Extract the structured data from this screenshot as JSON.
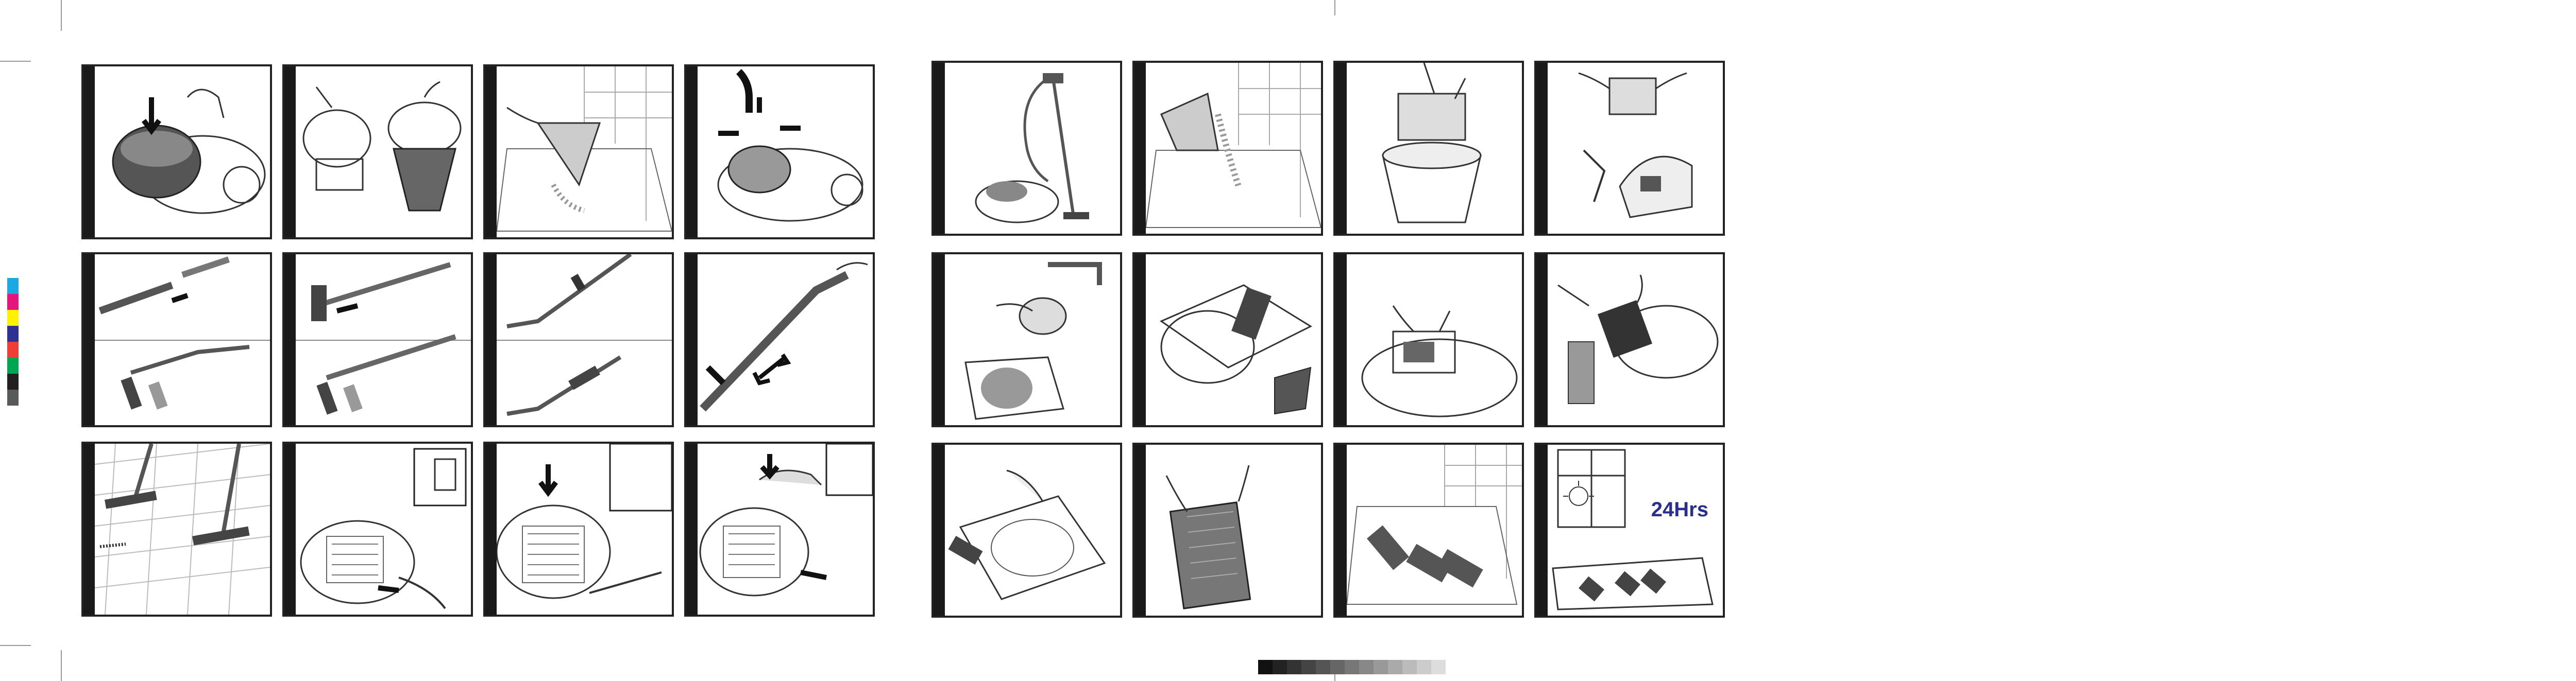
{
  "left_sheet": {
    "rows": [
      {
        "panels": [
          {
            "icon": "dustbox-removal-illustration"
          },
          {
            "icon": "dustbox-open-illustration"
          },
          {
            "icon": "dustbox-empty-illustration"
          },
          {
            "icon": "dustbox-lock-illustration"
          }
        ]
      },
      {
        "panels": [
          {
            "icon": "hose-attach-illustration"
          },
          {
            "icon": "tube-attach-illustration"
          },
          {
            "icon": "floor-nozzle-illustration"
          },
          {
            "icon": "telescopic-tube-illustration"
          }
        ]
      },
      {
        "panels": [
          {
            "icon": "floor-cleaning-illustration"
          },
          {
            "icon": "plug-in-illustration"
          },
          {
            "icon": "power-button-illustration"
          },
          {
            "icon": "cord-rewind-illustration"
          }
        ]
      }
    ]
  },
  "right_sheet": {
    "rows": [
      {
        "panels": [
          {
            "icon": "vacuum-assembled-illustration"
          },
          {
            "icon": "filter-wash-illustration"
          },
          {
            "icon": "bucket-rinse-illustration"
          },
          {
            "icon": "filter-cover-illustration"
          }
        ]
      },
      {
        "panels": [
          {
            "icon": "cyclone-wash-illustration"
          },
          {
            "icon": "hepa-remove-illustration"
          },
          {
            "icon": "filter-insert-illustration"
          },
          {
            "icon": "exhaust-filter-illustration"
          }
        ]
      },
      {
        "panels": [
          {
            "icon": "filter-grill-illustration"
          },
          {
            "icon": "filter-tap-illustration"
          },
          {
            "icon": "sponge-wash-illustration"
          },
          {
            "icon": "dry-filters-illustration",
            "text": "24Hrs"
          }
        ]
      }
    ]
  },
  "registration": {
    "color_swatches": [
      "#1ca9e1",
      "#e5157d",
      "#fff200",
      "#2e3192",
      "#ef3e36",
      "#00a651",
      "#231f20",
      "#58595b"
    ],
    "gray_steps": [
      "#111111",
      "#222222",
      "#333333",
      "#444444",
      "#555555",
      "#666666",
      "#777777",
      "#888888",
      "#999999",
      "#aaaaaa",
      "#bbbbbb",
      "#cccccc",
      "#dddddd"
    ]
  }
}
